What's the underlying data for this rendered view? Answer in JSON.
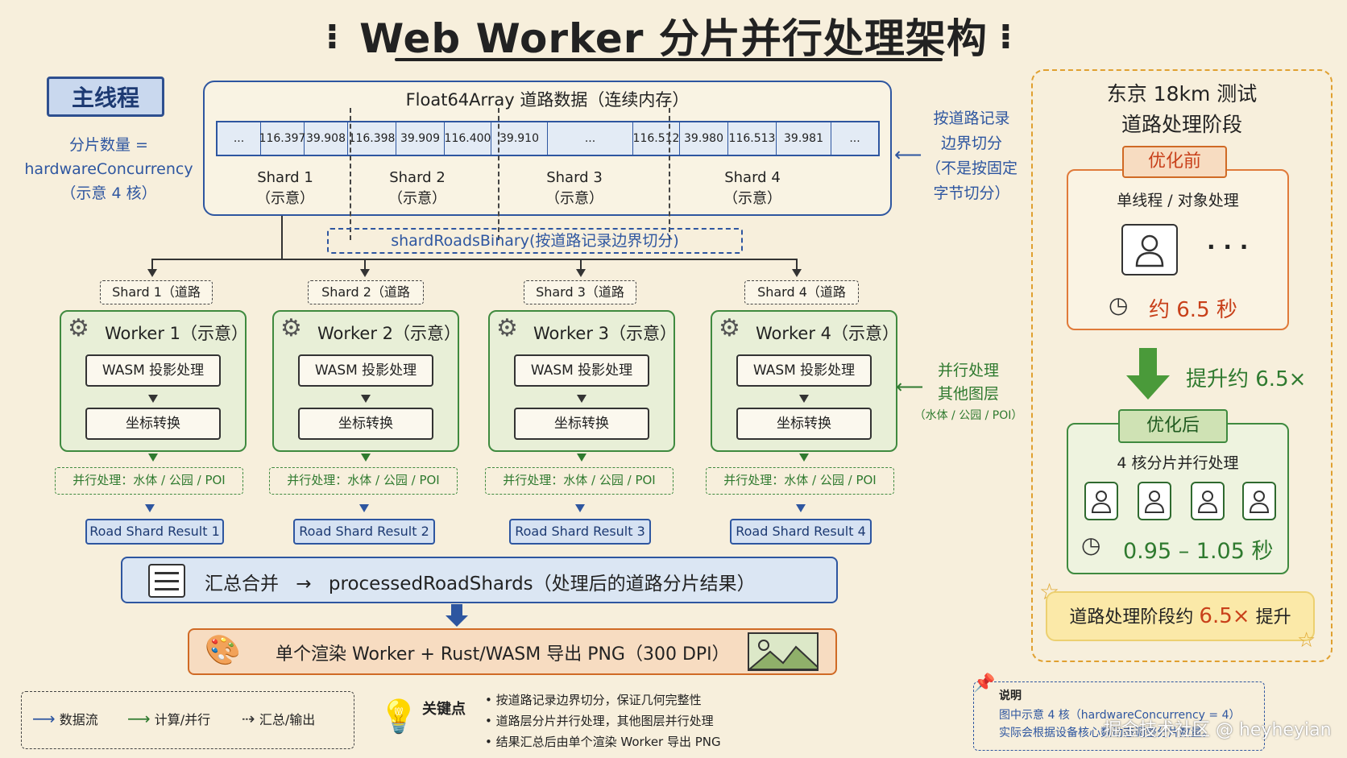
{
  "title": "Web Worker 分片并行处理架构",
  "main_thread": {
    "label": "主线程",
    "shard_count_lines": [
      "分片数量 =",
      "hardwareConcurrency",
      "（示意 4 核）"
    ]
  },
  "float64": {
    "title": "Float64Array 道路数据（连续内存）",
    "cells": [
      "...",
      "116.397",
      "39.908",
      "116.398",
      "39.909",
      "116.400",
      "39.910",
      "...",
      "116.512",
      "39.980",
      "116.513",
      "39.981",
      "..."
    ],
    "shards": [
      {
        "name": "Shard 1",
        "note": "（示意）"
      },
      {
        "name": "Shard 2",
        "note": "（示意）"
      },
      {
        "name": "Shard 3",
        "note": "（示意）"
      },
      {
        "name": "Shard 4",
        "note": "（示意）"
      }
    ]
  },
  "split_note": [
    "按道路记录",
    "边界切分",
    "（不是按固定",
    "字节切分）"
  ],
  "shard_function": "shardRoadsBinary(按道路记录边界切分)",
  "shard_tags": [
    "Shard 1（道路",
    "Shard 2（道路",
    "Shard 3（道路",
    "Shard 4（道路"
  ],
  "workers": [
    {
      "title": "Worker 1（示意）",
      "step1": "WASM 投影处理",
      "step2": "坐标转换",
      "parallel": "并行处理：水体 / 公园 / POI",
      "result": "Road Shard Result 1"
    },
    {
      "title": "Worker 2（示意）",
      "step1": "WASM 投影处理",
      "step2": "坐标转换",
      "parallel": "并行处理：水体 / 公园 / POI",
      "result": "Road Shard Result 2"
    },
    {
      "title": "Worker 3（示意）",
      "step1": "WASM 投影处理",
      "step2": "坐标转换",
      "parallel": "并行处理：水体 / 公园 / POI",
      "result": "Road Shard Result 3"
    },
    {
      "title": "Worker 4（示意）",
      "step1": "WASM 投影处理",
      "step2": "坐标转换",
      "parallel": "并行处理：水体 / 公园 / POI",
      "result": "Road Shard Result 4"
    }
  ],
  "parallel_note": [
    "并行处理",
    "其他图层",
    "（水体 / 公园 / POI）"
  ],
  "merge": {
    "label": "汇总合并",
    "arrow": "→",
    "target": "processedRoadShards（处理后的道路分片结果）"
  },
  "render": {
    "label": "单个渲染 Worker + Rust/WASM 导出 PNG（300 DPI）"
  },
  "legend": {
    "data_flow": "数据流",
    "compute": "计算/并行",
    "summary": "汇总/输出"
  },
  "key_points": {
    "title": "关键点",
    "items": [
      "• 按道路记录边界切分，保证几何完整性",
      "• 道路层分片并行处理，其他图层并行处理",
      "• 结果汇总后由单个渲染 Worker 导出 PNG"
    ]
  },
  "right_panel": {
    "title_lines": [
      "东京 18km 测试",
      "道路处理阶段"
    ],
    "before": {
      "tag": "优化前",
      "subtitle": "单线程 / 对象处理",
      "dots": "· · ·",
      "time": "约 6.5 秒"
    },
    "boost": "提升约 6.5×",
    "after": {
      "tag": "优化后",
      "subtitle": "4 核分片并行处理",
      "time": "0.95 – 1.05 秒"
    },
    "summary_prefix": "道路处理阶段约",
    "summary_value": "6.5×",
    "summary_suffix": "提升"
  },
  "note": {
    "title": "说明",
    "lines": [
      "图中示意 4 核（hardwareConcurrency = 4）",
      "实际会根据设备核心数动态调整分片数量。"
    ]
  },
  "watermark": "掘金技术社区 @ heyheyian",
  "colors": {
    "blue": "#2e56a0",
    "green": "#3f8a3f",
    "orange": "#d06a25",
    "red": "#c8401a",
    "background": "#f7efdc"
  }
}
